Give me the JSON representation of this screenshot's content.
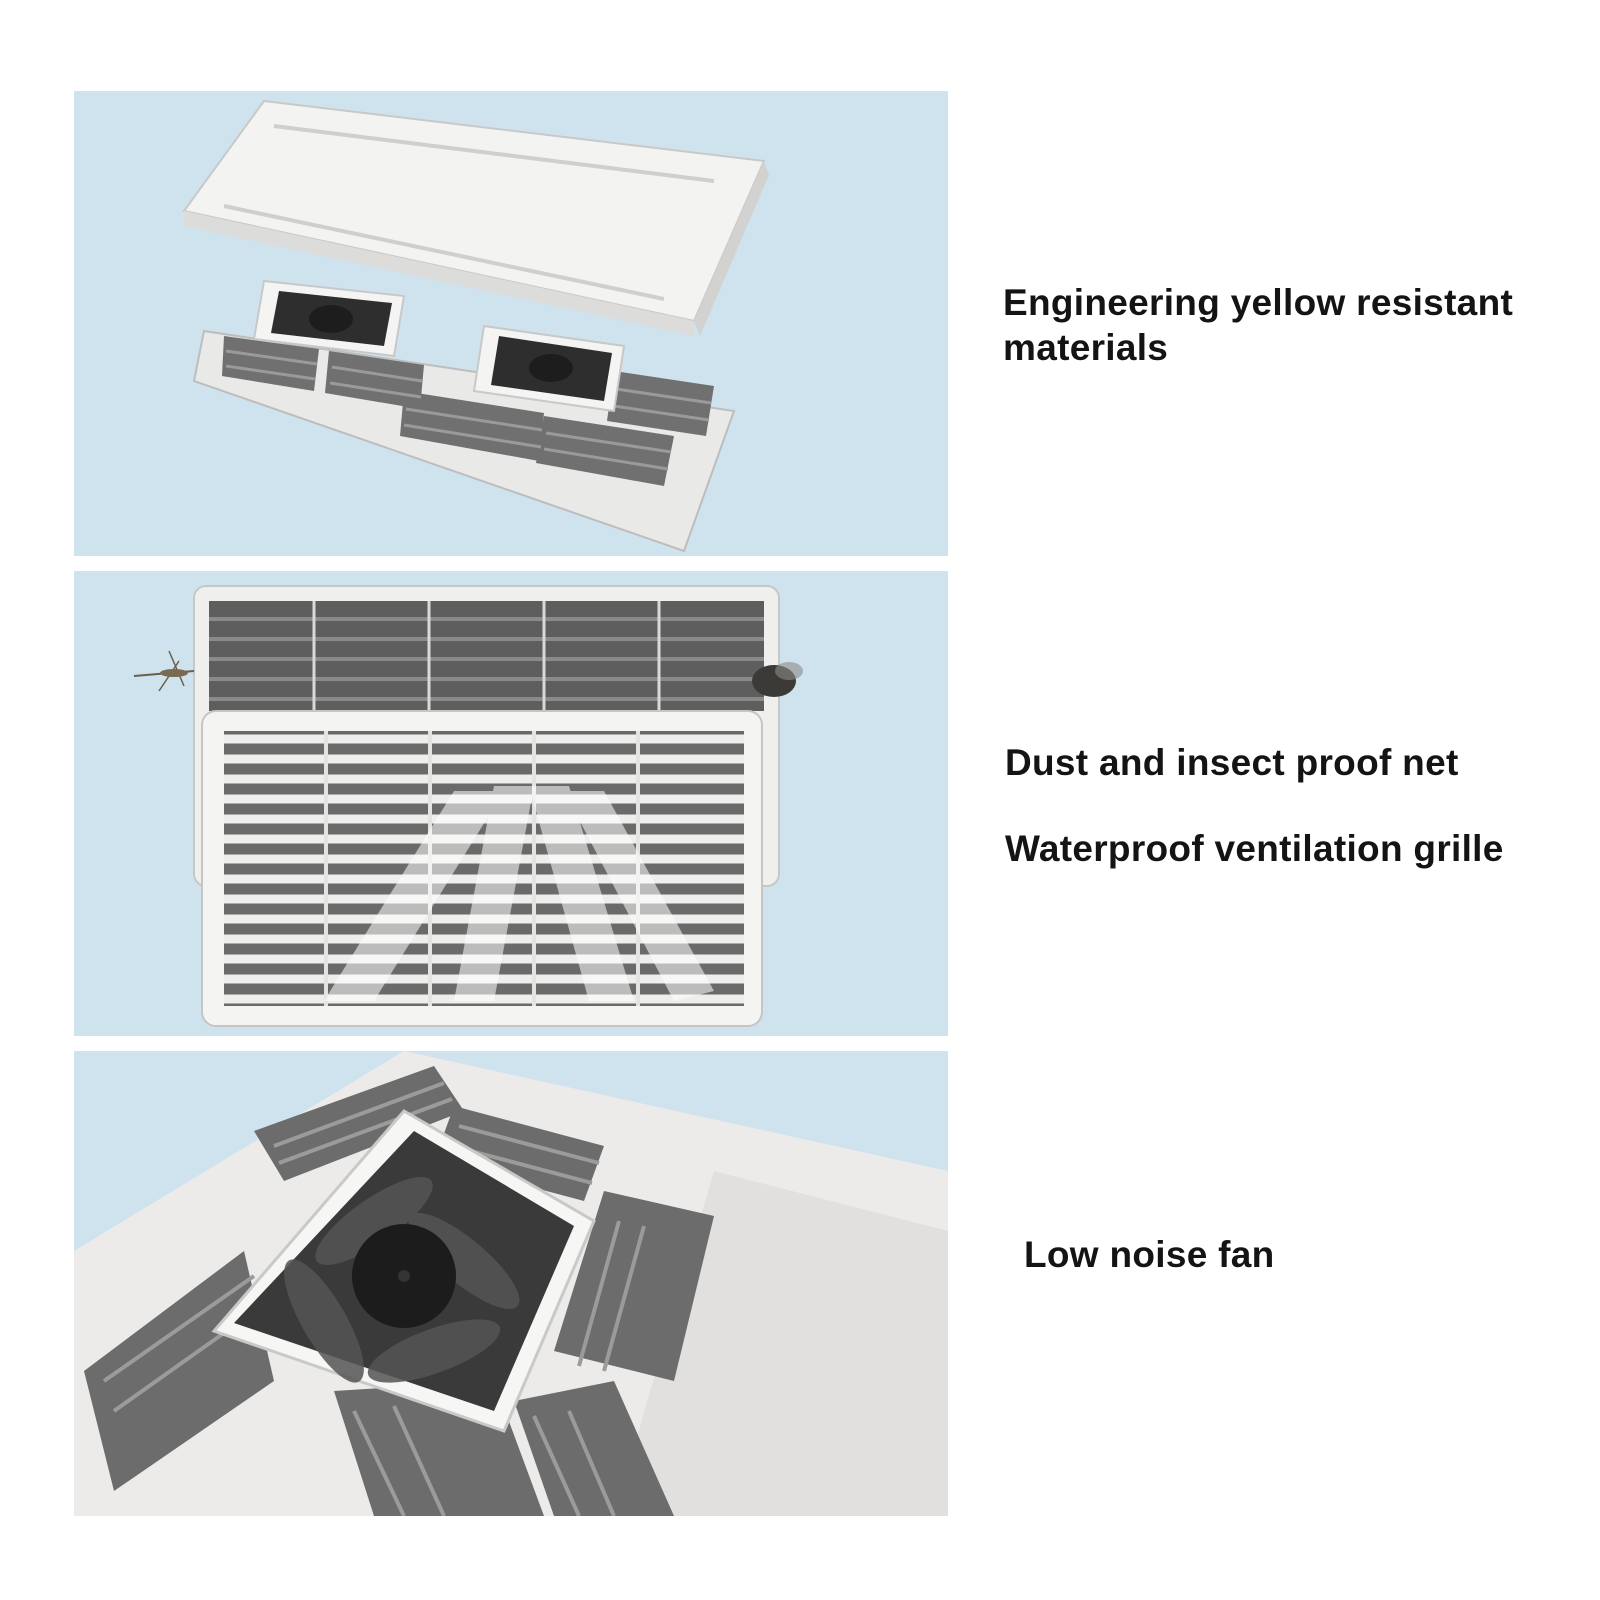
{
  "features": [
    {
      "id": "materials",
      "text": "Engineering yellow resistant materials"
    },
    {
      "id": "net",
      "text": "Dust and insect proof net"
    },
    {
      "id": "grille",
      "text": "Waterproof ventilation grille"
    },
    {
      "id": "fan",
      "text": "Low noise fan"
    }
  ],
  "colors": {
    "panel_background": "#cfe3ef",
    "plastic_white": "#f2f2f0",
    "mesh_gray": "#6e6e6e",
    "fan_dark": "#2a2a2a",
    "text": "#141414"
  }
}
